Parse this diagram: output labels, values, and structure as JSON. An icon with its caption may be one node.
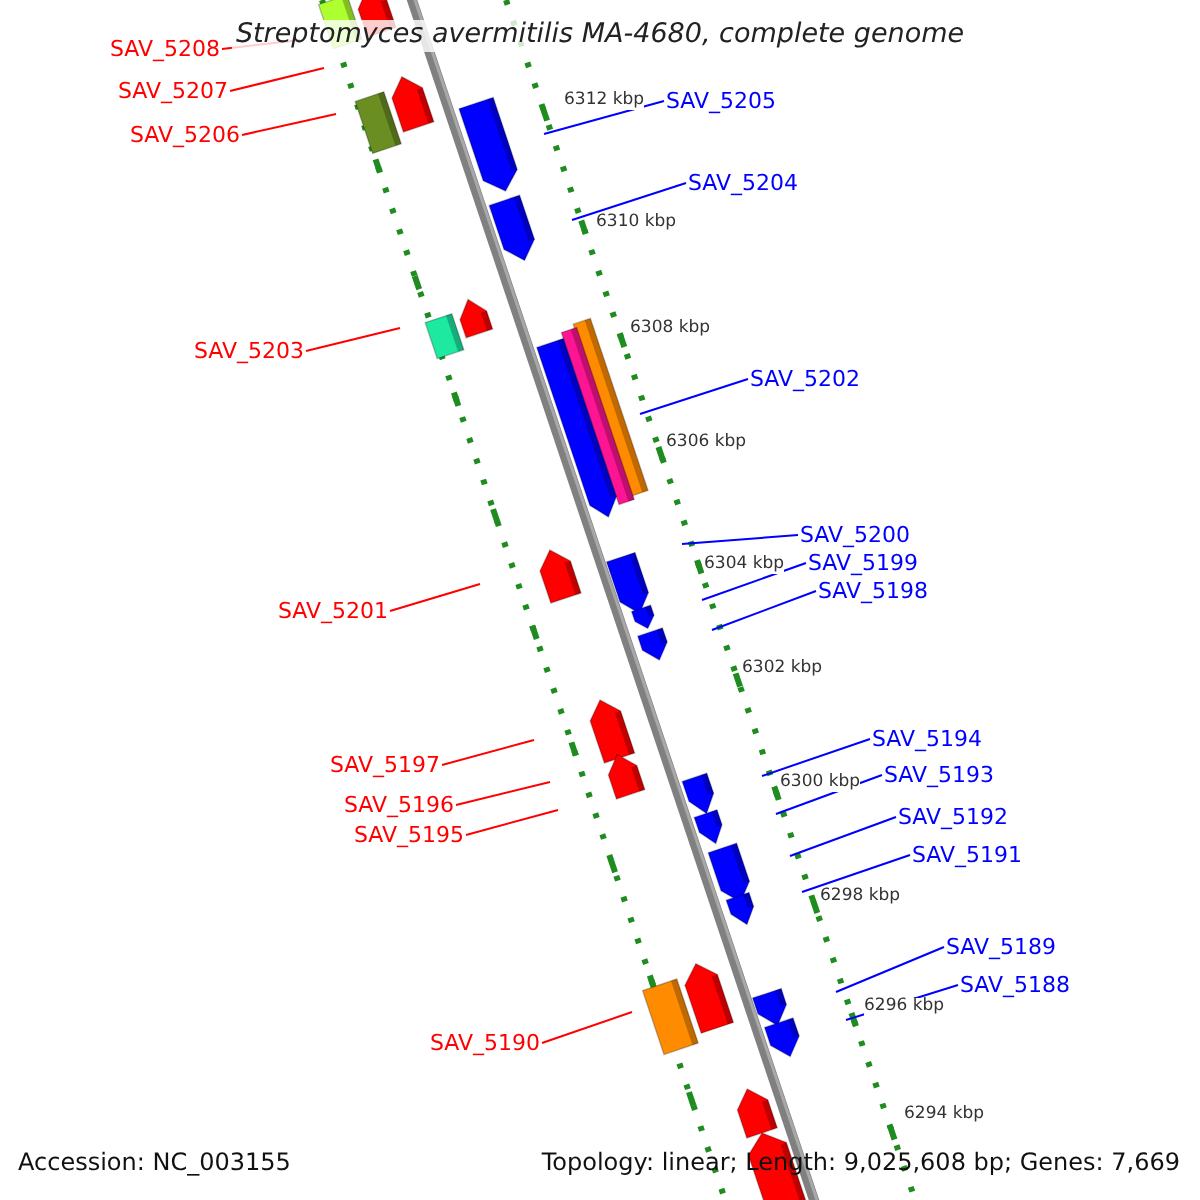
{
  "diagram": {
    "title": "Streptomyces avermitilis MA-4680, complete genome",
    "nodes": [
      {
        "text": [
          "SAV_5208"
        ]
      },
      {
        "text": [
          "SAV_5207"
        ]
      },
      {
        "text": [
          "SAV_5205"
        ]
      },
      {
        "text": [
          "SAV_5206"
        ]
      },
      {
        "text": [
          "SAV_5204"
        ]
      },
      {
        "text": [
          "SAV_5203"
        ]
      },
      {
        "text": [
          "SAV_5202"
        ]
      },
      {
        "text": [
          "SAV_5200"
        ]
      },
      {
        "text": [
          "SAV_5199"
        ]
      },
      {
        "text": [
          "SAV_5198"
        ]
      },
      {
        "text": [
          "SAV_5201"
        ]
      },
      {
        "text": [
          "SAV_5194"
        ]
      },
      {
        "text": [
          "SAV_5197"
        ]
      },
      {
        "text": [
          "SAV_5193"
        ]
      },
      {
        "text": [
          "SAV_5196"
        ]
      },
      {
        "text": [
          "SAV_5192"
        ]
      },
      {
        "text": [
          "SAV_5195"
        ]
      },
      {
        "text": [
          "SAV_5191"
        ]
      },
      {
        "text": [
          "SAV_5189"
        ]
      },
      {
        "text": [
          "SAV_5188"
        ]
      },
      {
        "text": [
          "SAV_5190"
        ]
      }
    ],
    "edges": [
      {
        "from": 0,
        "to": null,
        "arrow": "none",
        "color": "#ff0000"
      },
      {
        "from": 1,
        "to": null,
        "arrow": "none",
        "color": "#ff0000"
      },
      {
        "from": 2,
        "to": null,
        "arrow": "none"
      },
      {
        "from": 3,
        "to": null,
        "arrow": "none",
        "color": "#ff0000"
      },
      {
        "from": 4,
        "to": null,
        "arrow": "none"
      },
      {
        "from": 5,
        "to": null,
        "arrow": "none",
        "color": "#ff0000"
      },
      {
        "from": 6,
        "to": null,
        "arrow": "none"
      },
      {
        "from": 7,
        "to": null,
        "arrow": "none"
      },
      {
        "from": 8,
        "to": null,
        "arrow": "none"
      },
      {
        "from": 9,
        "to": null,
        "arrow": "none"
      },
      {
        "from": 10,
        "to": null,
        "arrow": "none",
        "color": "#ff0000"
      },
      {
        "from": 11,
        "to": null,
        "arrow": "none"
      },
      {
        "from": 12,
        "to": null,
        "arrow": "none",
        "color": "#ff0000"
      },
      {
        "from": 13,
        "to": null,
        "arrow": "none"
      },
      {
        "from": 14,
        "to": null,
        "arrow": "none",
        "color": "#ff0000"
      },
      {
        "from": 15,
        "to": null,
        "arrow": "none"
      },
      {
        "from": 16,
        "to": null,
        "arrow": "none",
        "color": "#ff0000"
      },
      {
        "from": 17,
        "to": null,
        "arrow": "none"
      },
      {
        "from": 18,
        "to": null,
        "arrow": "none"
      },
      {
        "from": 19,
        "to": null,
        "arrow": "none"
      },
      {
        "from": 20,
        "to": null,
        "arrow": "none",
        "color": "#ff0000"
      }
    ],
    "labels": [
      "6312 kbp",
      "6310 kbp",
      "6308 kbp",
      "6306 kbp",
      "6304 kbp",
      "6302 kbp",
      "6300 kbp",
      "6298 kbp",
      "6296 kbp",
      "6294 kbp",
      "Accession: NC_003155",
      "Topology: linear; Length: 9,025,608 bp; Genes: 7,669"
    ]
  }
}
